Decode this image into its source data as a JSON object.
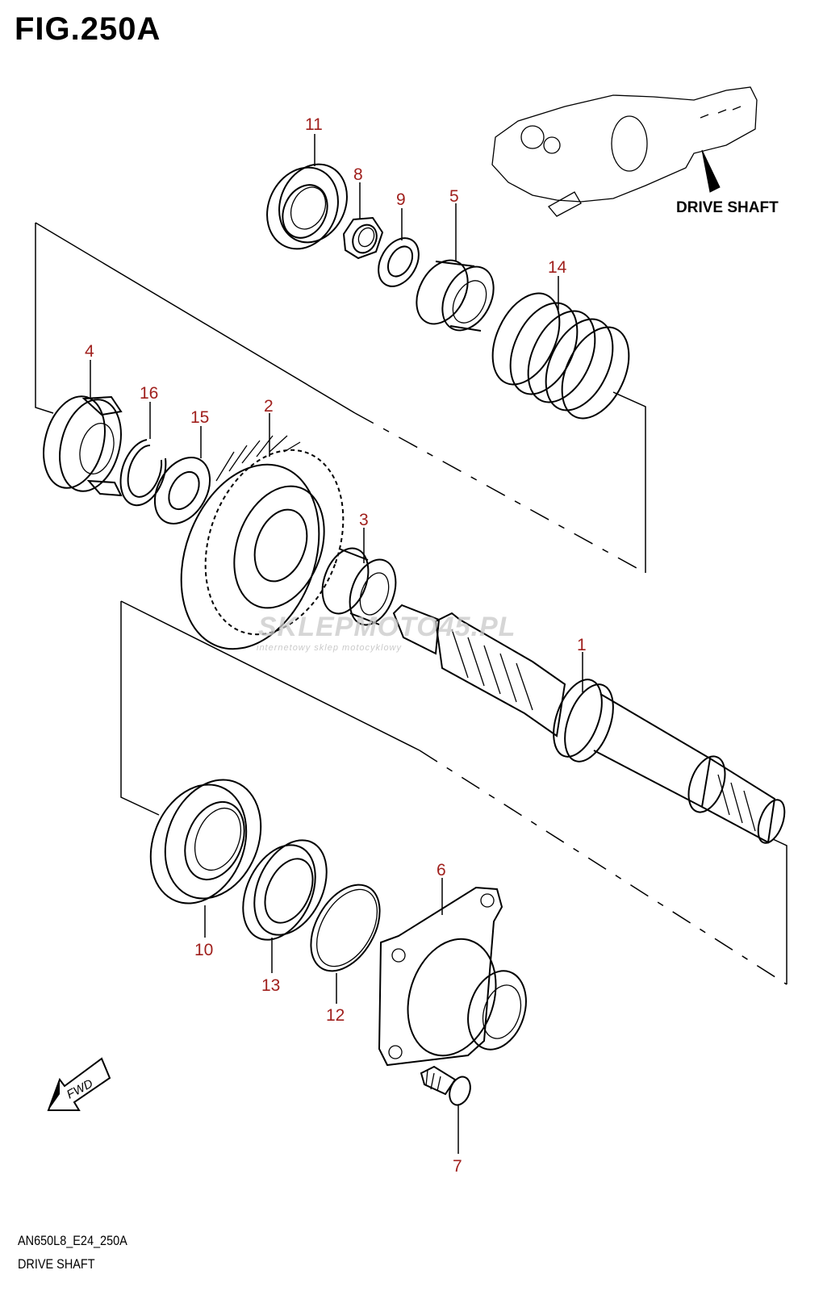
{
  "figure": {
    "title": "FIG.250A"
  },
  "inset_label": "DRIVE SHAFT",
  "fwd_label": "FWD",
  "watermark": {
    "brand": "SKLEPMOTO45.PL",
    "tagline": "internetowy sklep motocyklowy"
  },
  "footer": {
    "code": "AN650L8_E24_250A",
    "name": "DRIVE SHAFT"
  },
  "callouts": [
    "1",
    "2",
    "3",
    "4",
    "5",
    "6",
    "7",
    "8",
    "9",
    "10",
    "11",
    "12",
    "13",
    "14",
    "15",
    "16"
  ],
  "colors": {
    "callout": "#a0201d",
    "ink": "#000000",
    "watermark": "#bdbdbd",
    "watermark_accent": "#f2a9a9"
  }
}
